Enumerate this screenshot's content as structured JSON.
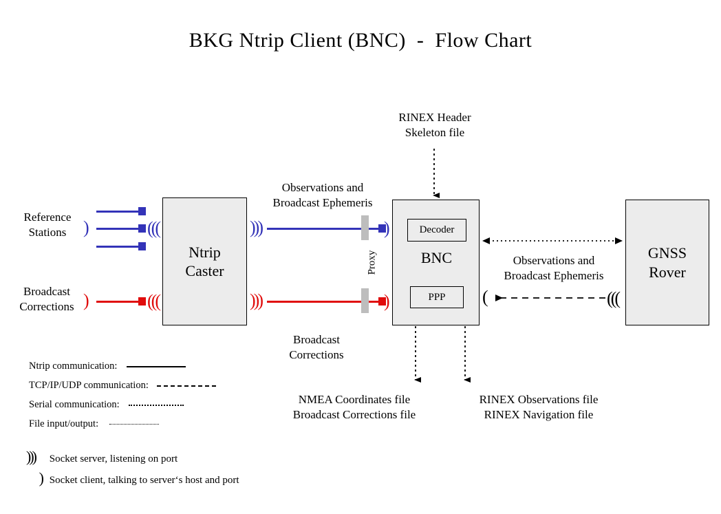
{
  "title": "BKG Ntrip Client (BNC)  -  Flow Chart",
  "colors": {
    "ntrip_blue": "#3333b8",
    "broadcast_red": "#e00c0c",
    "box_fill": "#ececec",
    "box_border": "#000000",
    "proxy_bar": "#bdbdbd",
    "background": "#ffffff"
  },
  "nodes": {
    "reference_stations": "Reference\nStations",
    "broadcast_corrections_source": "Broadcast\nCorrections",
    "ntrip_caster": "Ntrip\nCaster",
    "bnc": "BNC",
    "bnc_decoder": "Decoder",
    "bnc_ppp": "PPP",
    "gnss_rover": "GNSS\nRover",
    "proxy": "Proxy"
  },
  "flow_labels": {
    "rinex_header_skeleton": "RINEX Header\nSkeleton file",
    "observations_and_ephemeris_top": "Observations and\nBroadcast Ephemeris",
    "broadcast_corrections_bottom": "Broadcast\nCorrections",
    "observations_and_ephemeris_right": "Observations and\nBroadcast Ephemeris",
    "nmea_outputs": "NMEA Coordinates file\nBroadcast Corrections file",
    "rinex_outputs": "RINEX Observations file\nRINEX Navigation file"
  },
  "legend": {
    "rows": [
      {
        "label": "Ntrip communication:",
        "style": "solid"
      },
      {
        "label": "TCP/IP/UDP communication:",
        "style": "dashed"
      },
      {
        "label": "Serial communication:",
        "style": "dashdot"
      },
      {
        "label": "File input/output:",
        "style": "dotted"
      }
    ],
    "keys": [
      {
        "glyph": ")))",
        "label": "Socket server, listening on port"
      },
      {
        "glyph": ")",
        "label": "Socket client, talking to server‘s host and port"
      }
    ]
  },
  "socket_glyphs": {
    "server": ")))",
    "server_mirrored": "(((",
    "client": ")",
    "client_mirrored": "("
  }
}
